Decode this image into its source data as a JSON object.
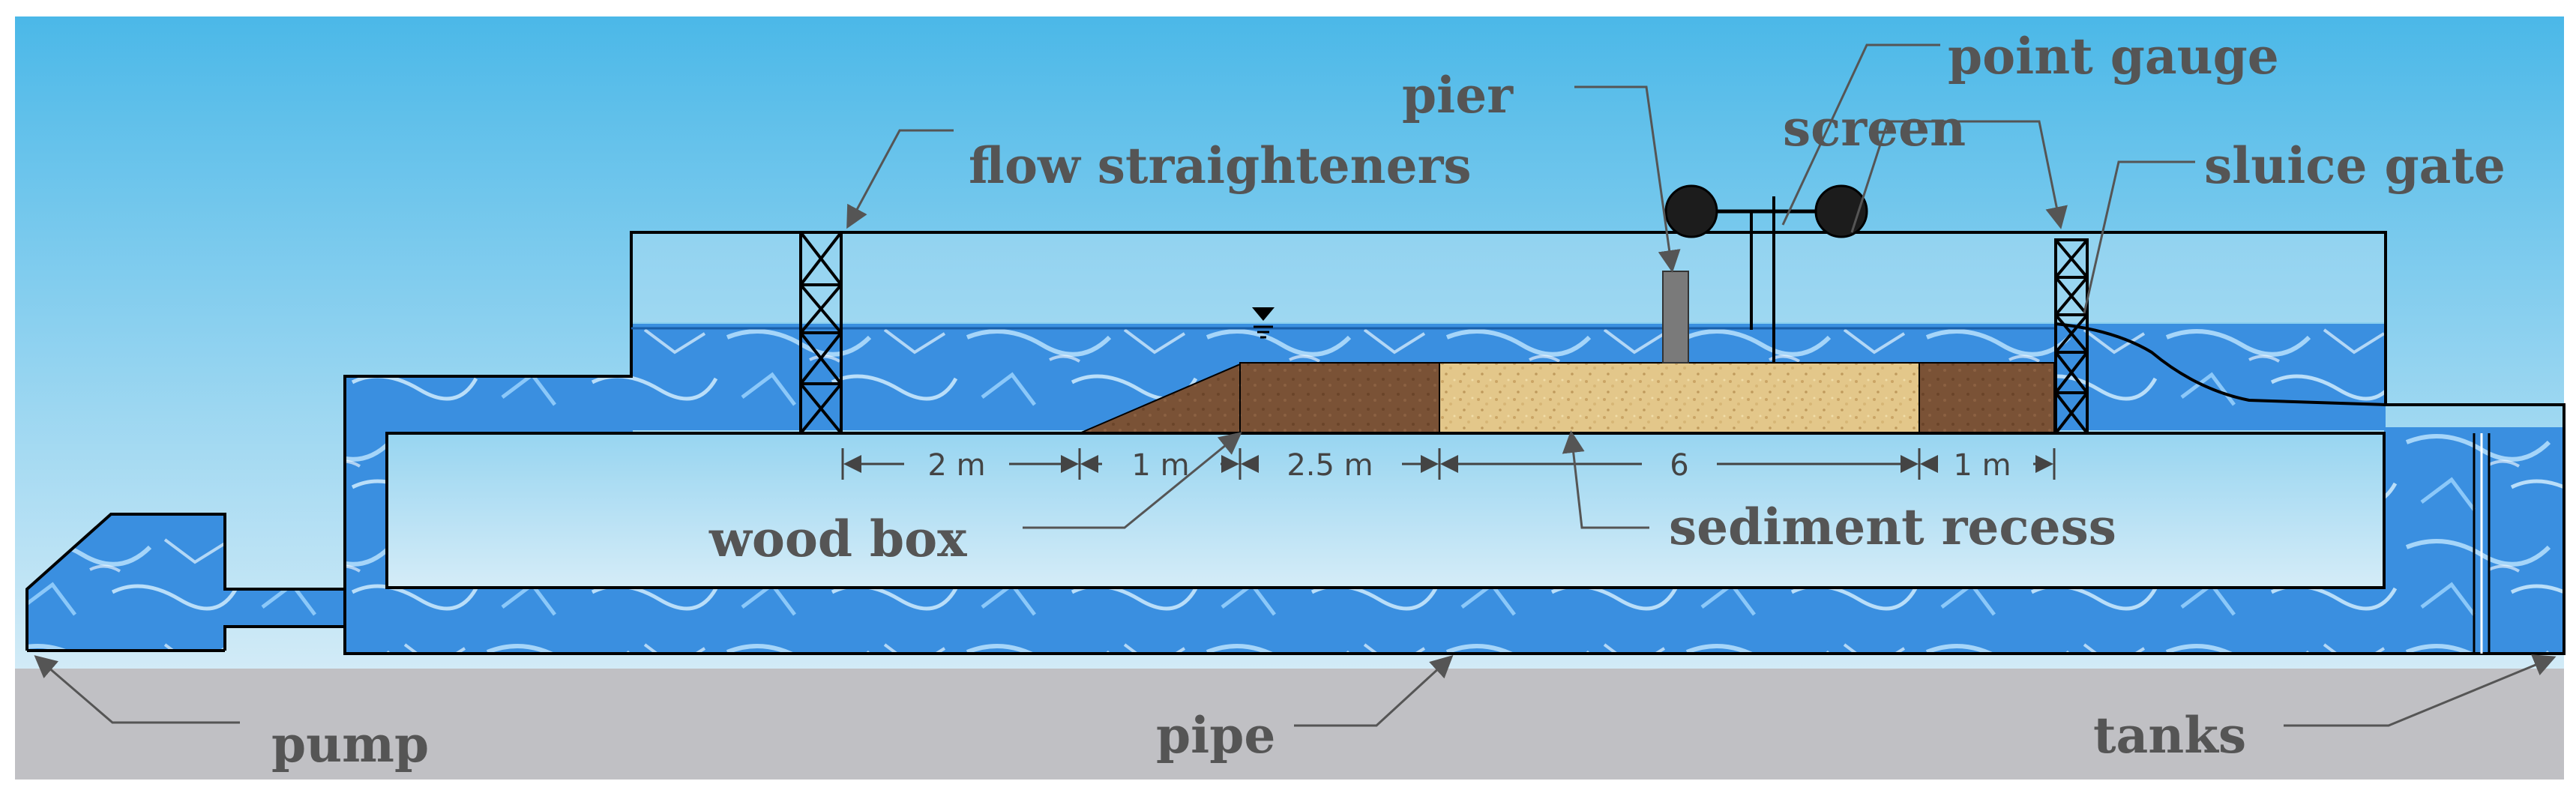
{
  "labels": {
    "flow_straighteners": "flow straighteners",
    "pier": "pier",
    "point_gauge": "point gauge",
    "screen": "screen",
    "sluice_gate": "sluice gate",
    "wood_box": "wood box",
    "sediment_recess": "sediment recess",
    "pump": "pump",
    "pipe": "pipe",
    "tanks": "tanks"
  },
  "dimensions": {
    "d1": "2 m",
    "d2": "1 m",
    "d3": "2.5 m",
    "d4": "6",
    "d5": "1 m"
  },
  "colors": {
    "sky_top": "#4bb8e8",
    "sky_bottom": "#cfe9f6",
    "ground": "#c0c0c4",
    "water": "#3a8fe0",
    "water_highlight": "#bfe6ff",
    "wood": "#7a5236",
    "sand": "#e3c78a",
    "pier": "#7a7a7a",
    "outline": "#000000"
  },
  "icons": [
    "water-surface-symbol-icon"
  ]
}
